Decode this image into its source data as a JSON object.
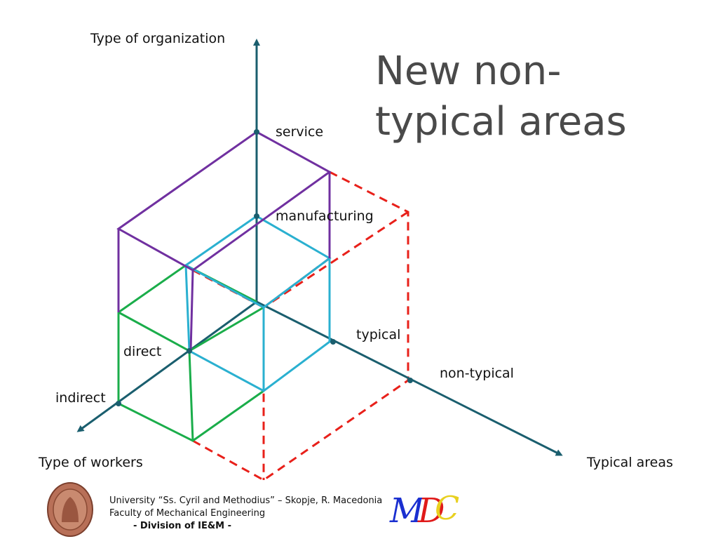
{
  "title": {
    "line1": "New non-",
    "line2": "typical areas"
  },
  "axes": {
    "vertical": "Type of organization",
    "left": "Type of workers",
    "right": "Typical areas"
  },
  "ticks": {
    "service": "service",
    "manufacturing": "manufacturing",
    "typical": "typical",
    "non_typical": "non-typical",
    "direct": "direct",
    "indirect": "indirect"
  },
  "footer": {
    "university": "University “Ss. Cyril and Methodius” – Skopje, R. Macedonia",
    "faculty": "Faculty of Mechanical Engineering",
    "division": "- Division of IE&M -"
  },
  "logos": {
    "seal": "university-seal-icon",
    "mdc": "MDC"
  },
  "colors": {
    "axis": "#1a5e6e",
    "purple": "#7030a0",
    "cyan": "#2ab0d0",
    "green": "#1aad4a",
    "red_dashed": "#e8201a",
    "title": "#4a4a4a"
  }
}
